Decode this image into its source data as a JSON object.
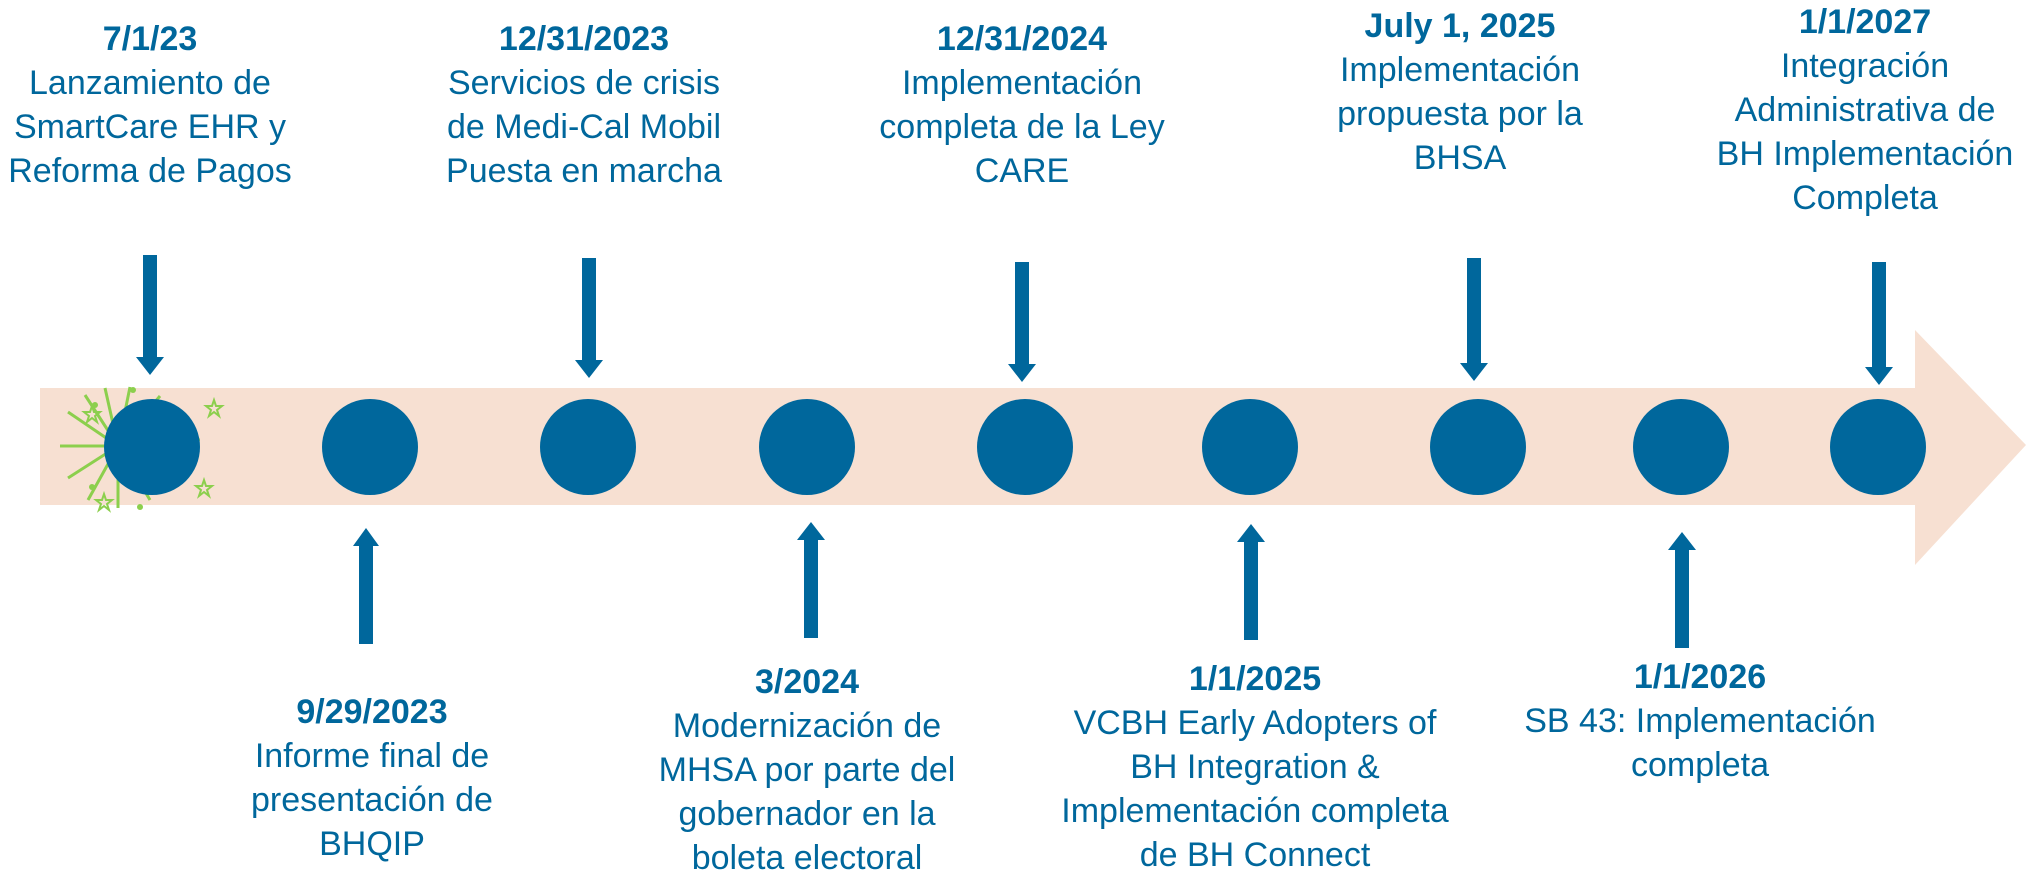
{
  "colors": {
    "primary": "#00679c",
    "band": "#f7e0d2",
    "burst": "#8ccf4d"
  },
  "milestones_top": [
    {
      "date": "7/1/23",
      "text": "Lanzamiento de\nSmartCare EHR y\nReforma de Pagos"
    },
    {
      "date": "12/31/2023",
      "text": "Servicios de crisis\nde Medi-Cal Mobil\nPuesta en marcha"
    },
    {
      "date": "12/31/2024",
      "text": "Implementación\ncompleta de la Ley\nCARE"
    },
    {
      "date": "July 1, 2025",
      "text": "Implementación\npropuesta por la\nBHSA"
    },
    {
      "date": "1/1/2027",
      "text": "Integración\nAdministrativa de\nBH Implementación\nCompleta"
    }
  ],
  "milestones_bottom": [
    {
      "date": "9/29/2023",
      "text": "Informe final de\npresentación de\nBHQIP"
    },
    {
      "date": "3/2024",
      "text": "Modernización de\nMHSA por parte del\ngobernador en la\nboleta electoral"
    },
    {
      "date": "1/1/2025",
      "text": "VCBH Early Adopters of\nBH Integration &\nImplementación completa\nde BH Connect"
    },
    {
      "date": "1/1/2026",
      "text": "SB 43: Implementación\ncompleta"
    }
  ]
}
